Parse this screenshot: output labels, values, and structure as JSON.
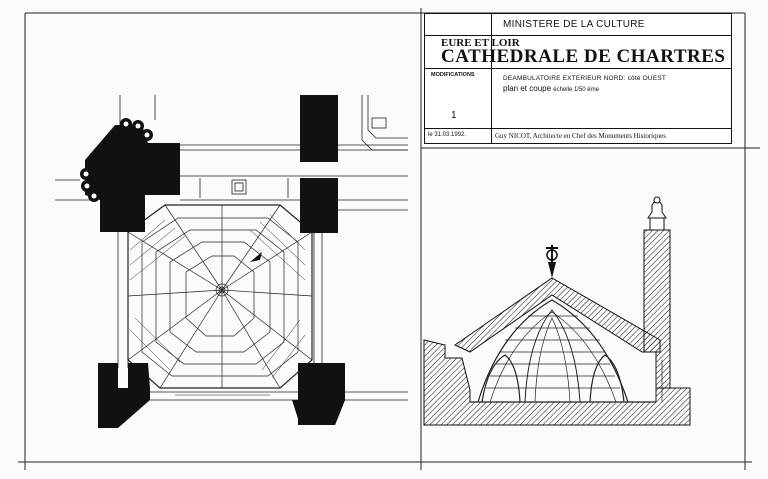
{
  "title_block": {
    "ministry": "MINISTERE DE LA CULTURE",
    "department": "EURE ET LOIR",
    "title": "CATHEDRALE DE CHARTRES",
    "modifications_label": "MODIFICATIONS",
    "sheet_number": "1",
    "subject": "DEAMBULATOIRE EXTERIEUR NORD: côté OUEST",
    "drawing_type": "plan et coupe",
    "scale": "échelle 1/50 ème",
    "date": "le 31.03.1992.",
    "author": "Guy NICOT, Architecte en Chef des Monuments Historiques"
  },
  "colors": {
    "ink": "#111111",
    "paper": "#fbfbfb"
  }
}
